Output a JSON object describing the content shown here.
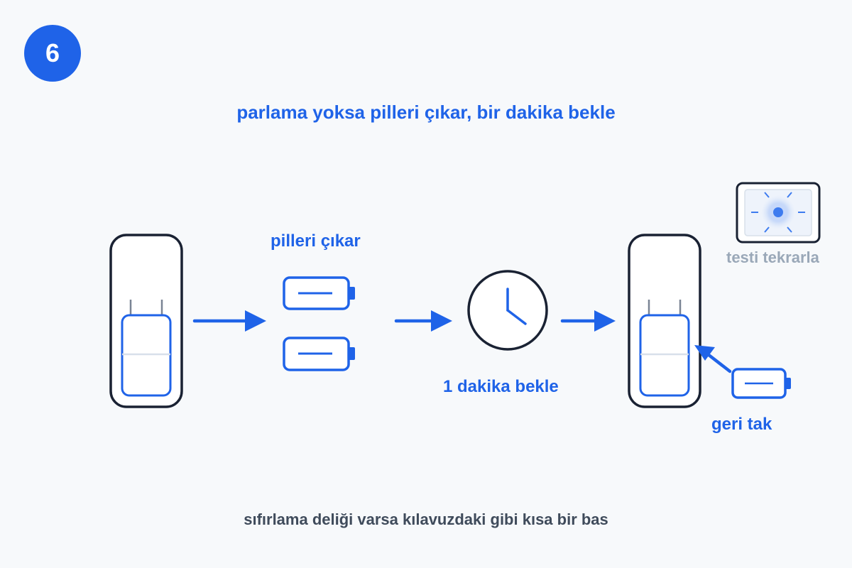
{
  "step_number": "6",
  "title": "parlama yoksa pilleri çıkar, bir dakika bekle",
  "labels": {
    "remove_batteries": "pilleri çıkar",
    "wait": "1 dakika bekle",
    "reinsert": "geri tak",
    "retest": "testi tekrarla"
  },
  "footer_note": "sıfırlama deliği varsa kılavuzdaki gibi kısa bir bas",
  "colors": {
    "accent": "#1f63e8",
    "dark_outline": "#1a2233",
    "muted_text": "#9aa8b8",
    "footer_text": "#3f4b5b",
    "background": "#f7f9fb"
  },
  "icons": {
    "device_before": "device-with-battery-compartment-icon",
    "battery": "battery-icon",
    "clock": "clock-icon",
    "device_after": "device-with-battery-compartment-icon",
    "flash_test": "flashing-light-test-icon",
    "arrow": "right-arrow-icon"
  }
}
